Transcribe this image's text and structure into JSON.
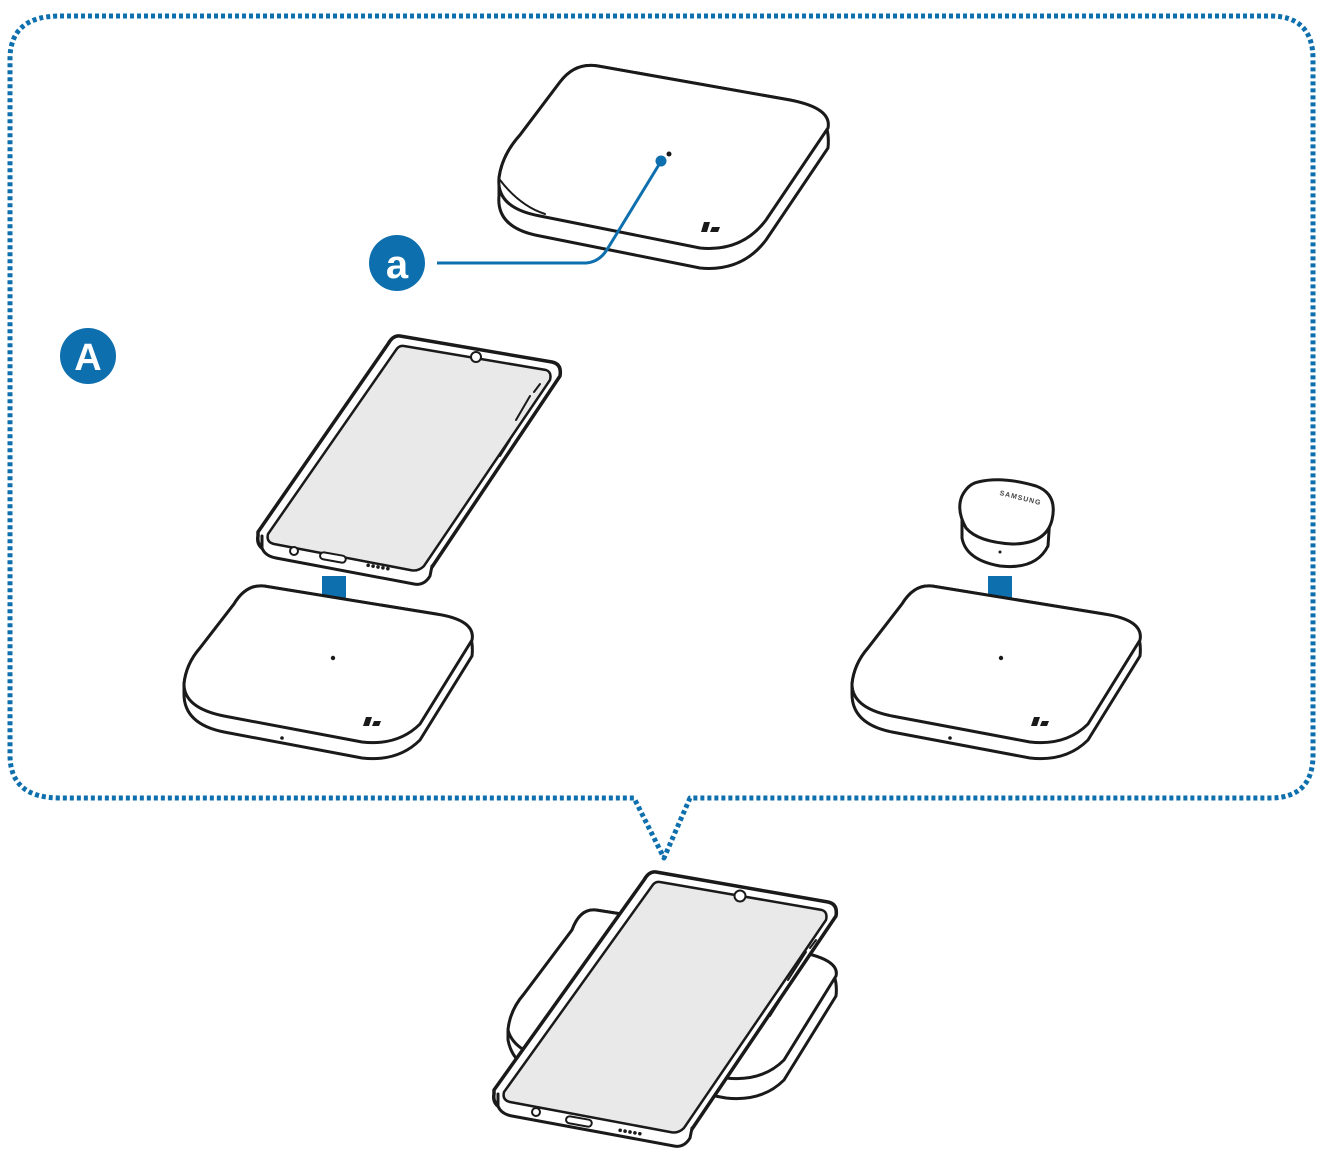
{
  "labels": {
    "callout_a": "a",
    "group_a": "A"
  },
  "earbuds_case_brand": "SAMSUNG",
  "colors": {
    "accent_blue": "#0e6fae",
    "outline": "#1a1a1a",
    "screen_gray": "#e9e9e9"
  },
  "icons": [
    "wireless-charger-pad",
    "smartphone",
    "earbuds-case",
    "down-arrow-icon",
    "indicator-light-dot"
  ]
}
